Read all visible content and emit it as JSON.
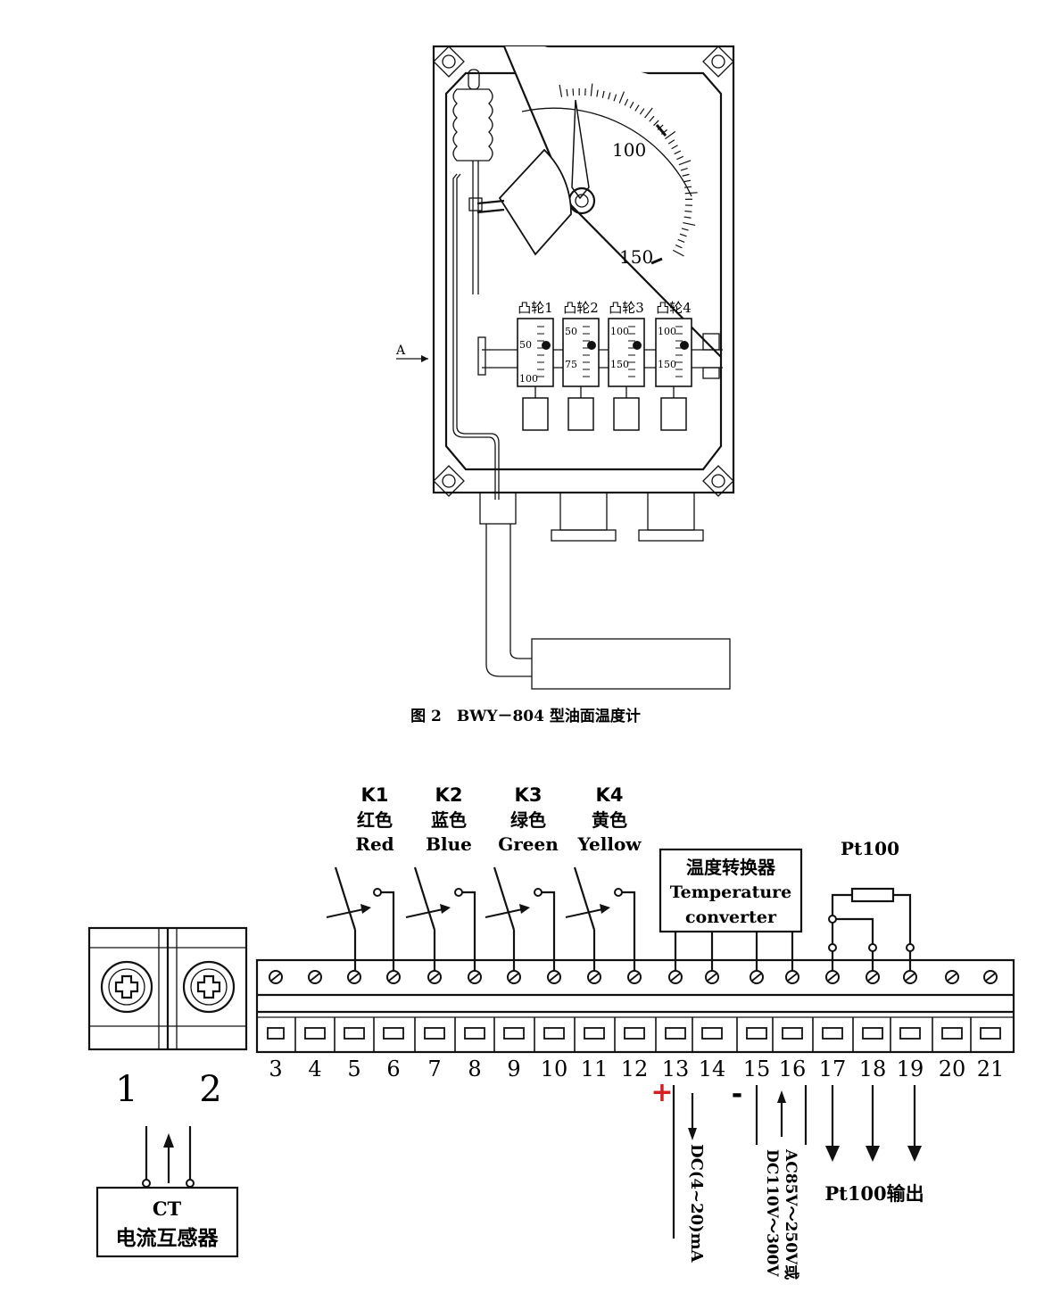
{
  "figure": {
    "caption": "图 2　BWY－804 型油面温度计",
    "label_a": "A",
    "dial_100": "100",
    "dial_150": "150",
    "cams": [
      {
        "label": "凸轮1",
        "scale": [
          "50",
          "100"
        ]
      },
      {
        "label": "凸轮2",
        "scale": [
          "50",
          "75"
        ]
      },
      {
        "label": "凸轮3",
        "scale": [
          "100",
          "150"
        ]
      },
      {
        "label": "凸轮4",
        "scale": [
          "100",
          "150"
        ]
      }
    ]
  },
  "wiring": {
    "switches": [
      {
        "code": "K1",
        "cn": "红色",
        "en": "Red"
      },
      {
        "code": "K2",
        "cn": "蓝色",
        "en": "Blue"
      },
      {
        "code": "K3",
        "cn": "绿色",
        "en": "Green"
      },
      {
        "code": "K4",
        "cn": "黄色",
        "en": "Yellow"
      }
    ],
    "converter_cn": "温度转换器",
    "converter_en_1": "Temperature",
    "converter_en_2": "converter",
    "pt100": "Pt100",
    "terminals": [
      "3",
      "4",
      "5",
      "6",
      "7",
      "8",
      "9",
      "10",
      "11",
      "12",
      "13",
      "14",
      "15",
      "16",
      "17",
      "18",
      "19",
      "20",
      "21"
    ],
    "ct_terminals": [
      "1",
      "2"
    ],
    "plus": "+",
    "minus": "-",
    "dc_output": "DC(4~20)mA",
    "power_1": "AC85V～250V或",
    "power_2": "DC110V～300V",
    "pt100_output": "Pt100输出",
    "ct_1": "CT",
    "ct_2": "电流互感器",
    "colors": {
      "plus": "#d42020",
      "line": "#111111"
    }
  }
}
